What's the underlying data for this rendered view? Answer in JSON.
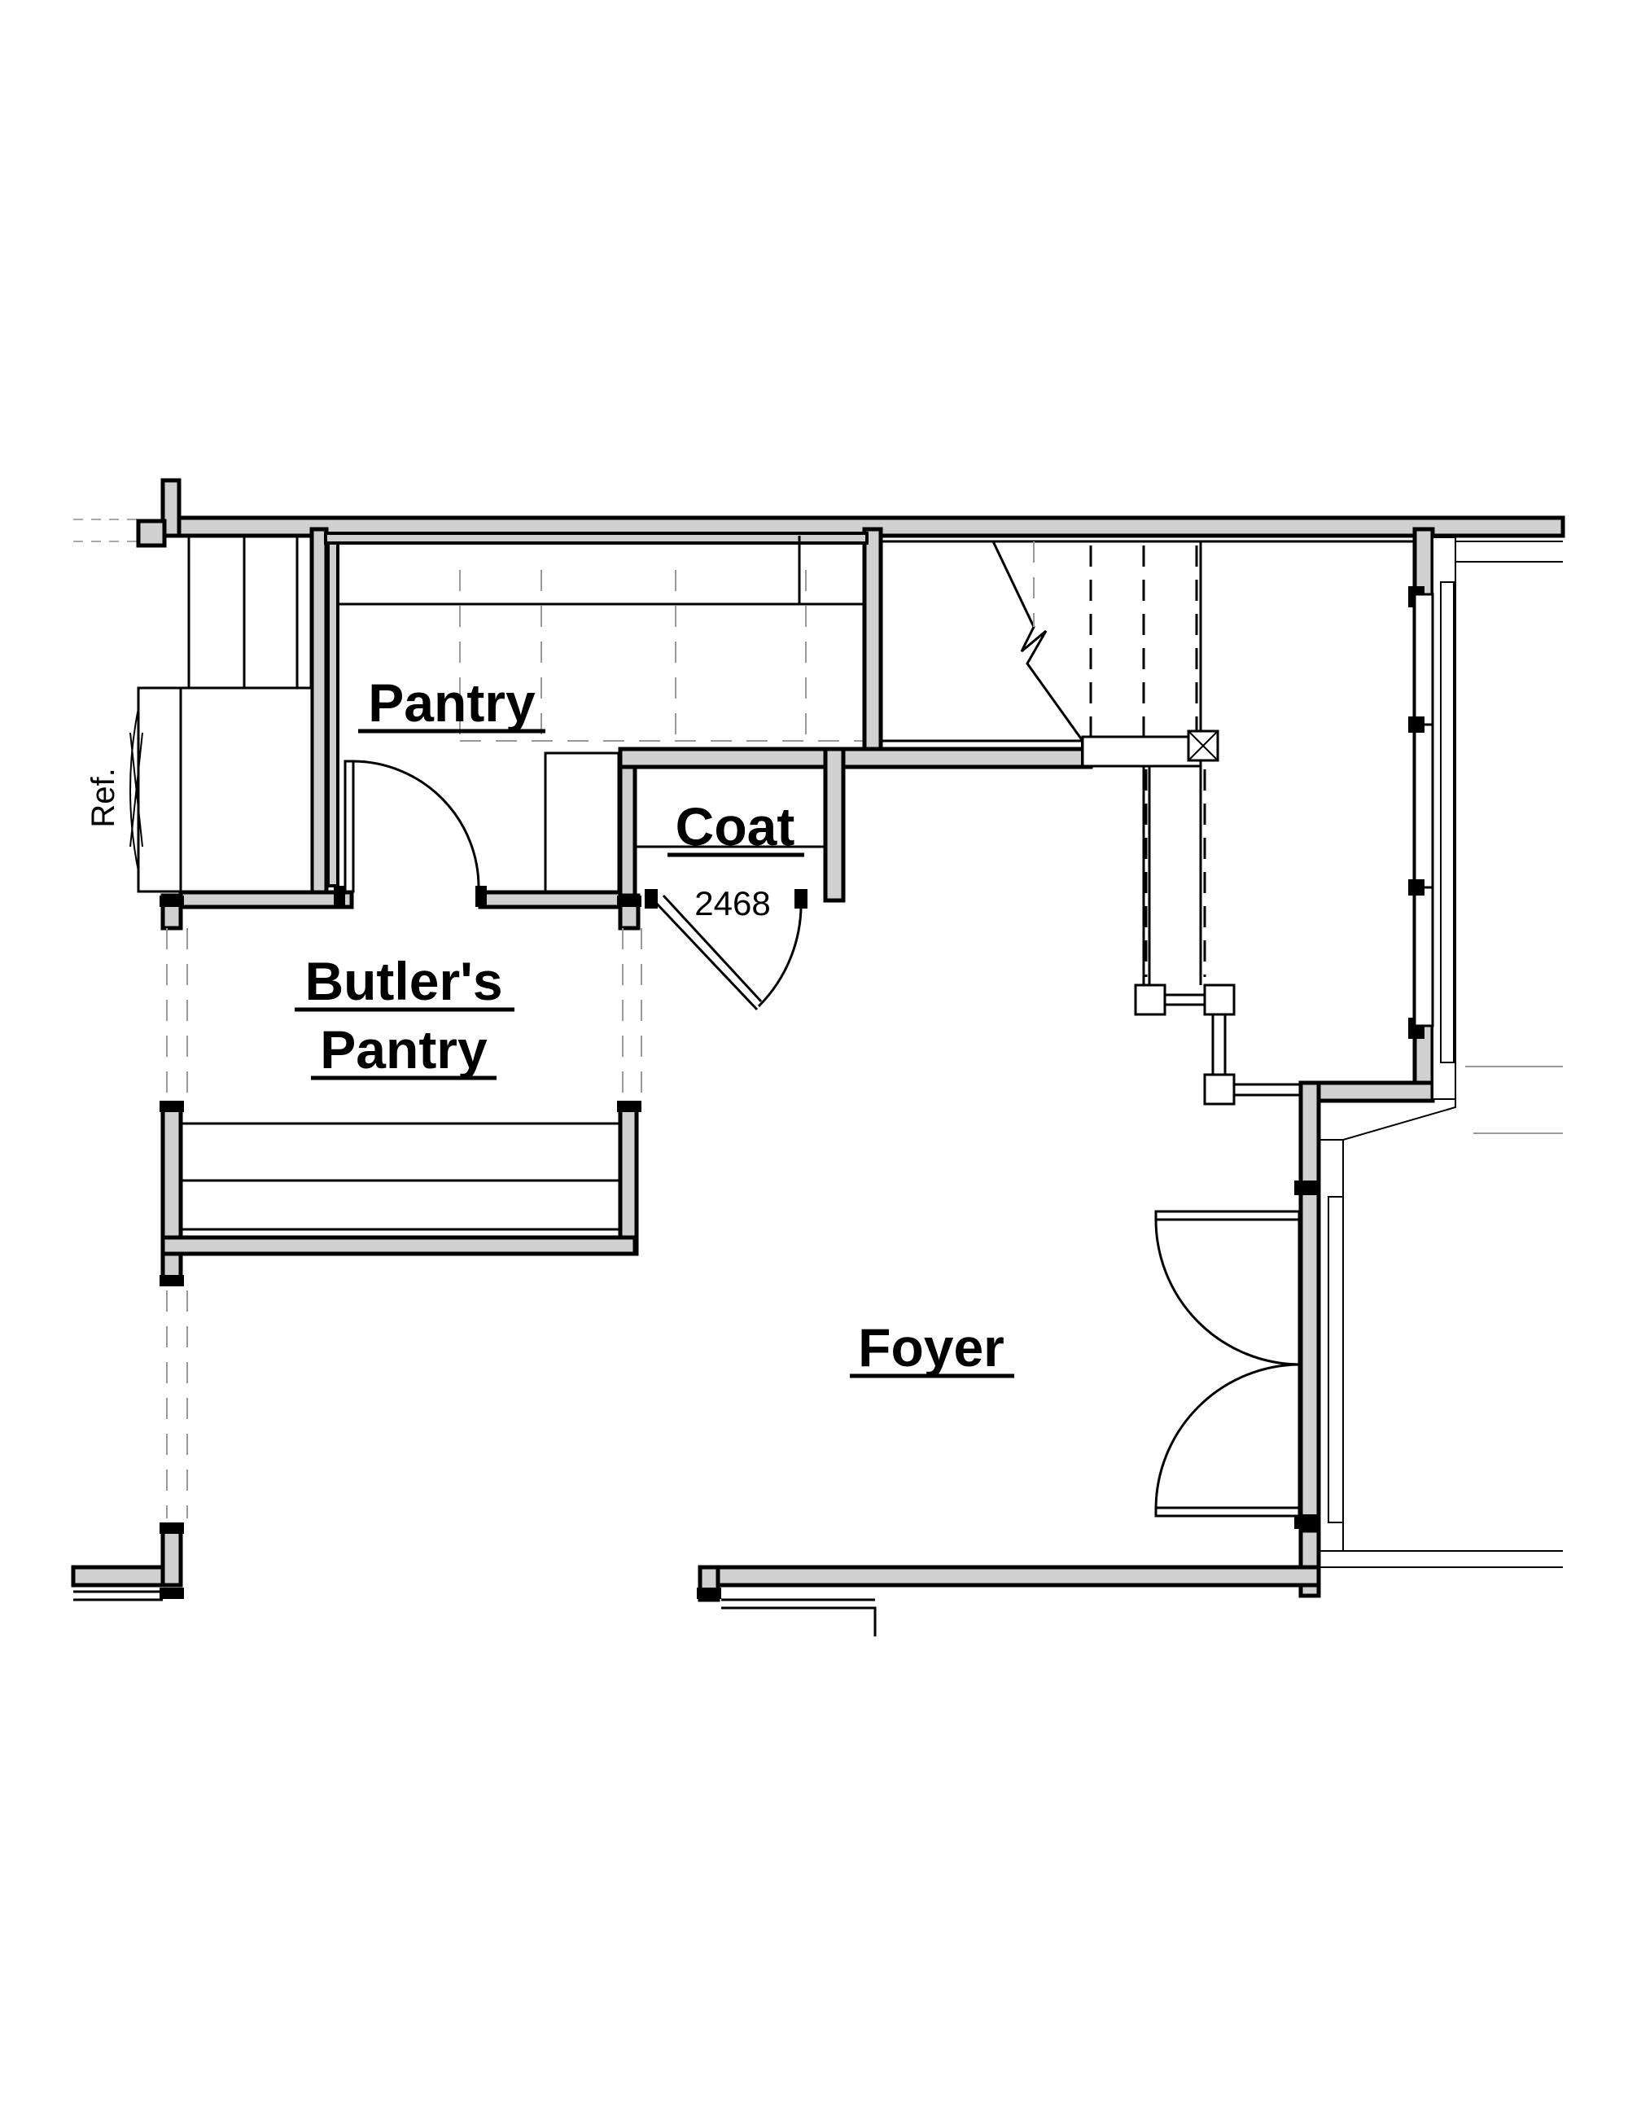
{
  "rooms": {
    "pantry": "Pantry",
    "coat": "Coat",
    "butlers_pantry_line1": "Butler's",
    "butlers_pantry_line2": "Pantry",
    "foyer": "Foyer"
  },
  "annotations": {
    "door_tag": "2468",
    "refrigerator": "Ref."
  },
  "colors": {
    "wall_fill": "#d0d0d0",
    "line": "#000000",
    "background": "#ffffff"
  }
}
